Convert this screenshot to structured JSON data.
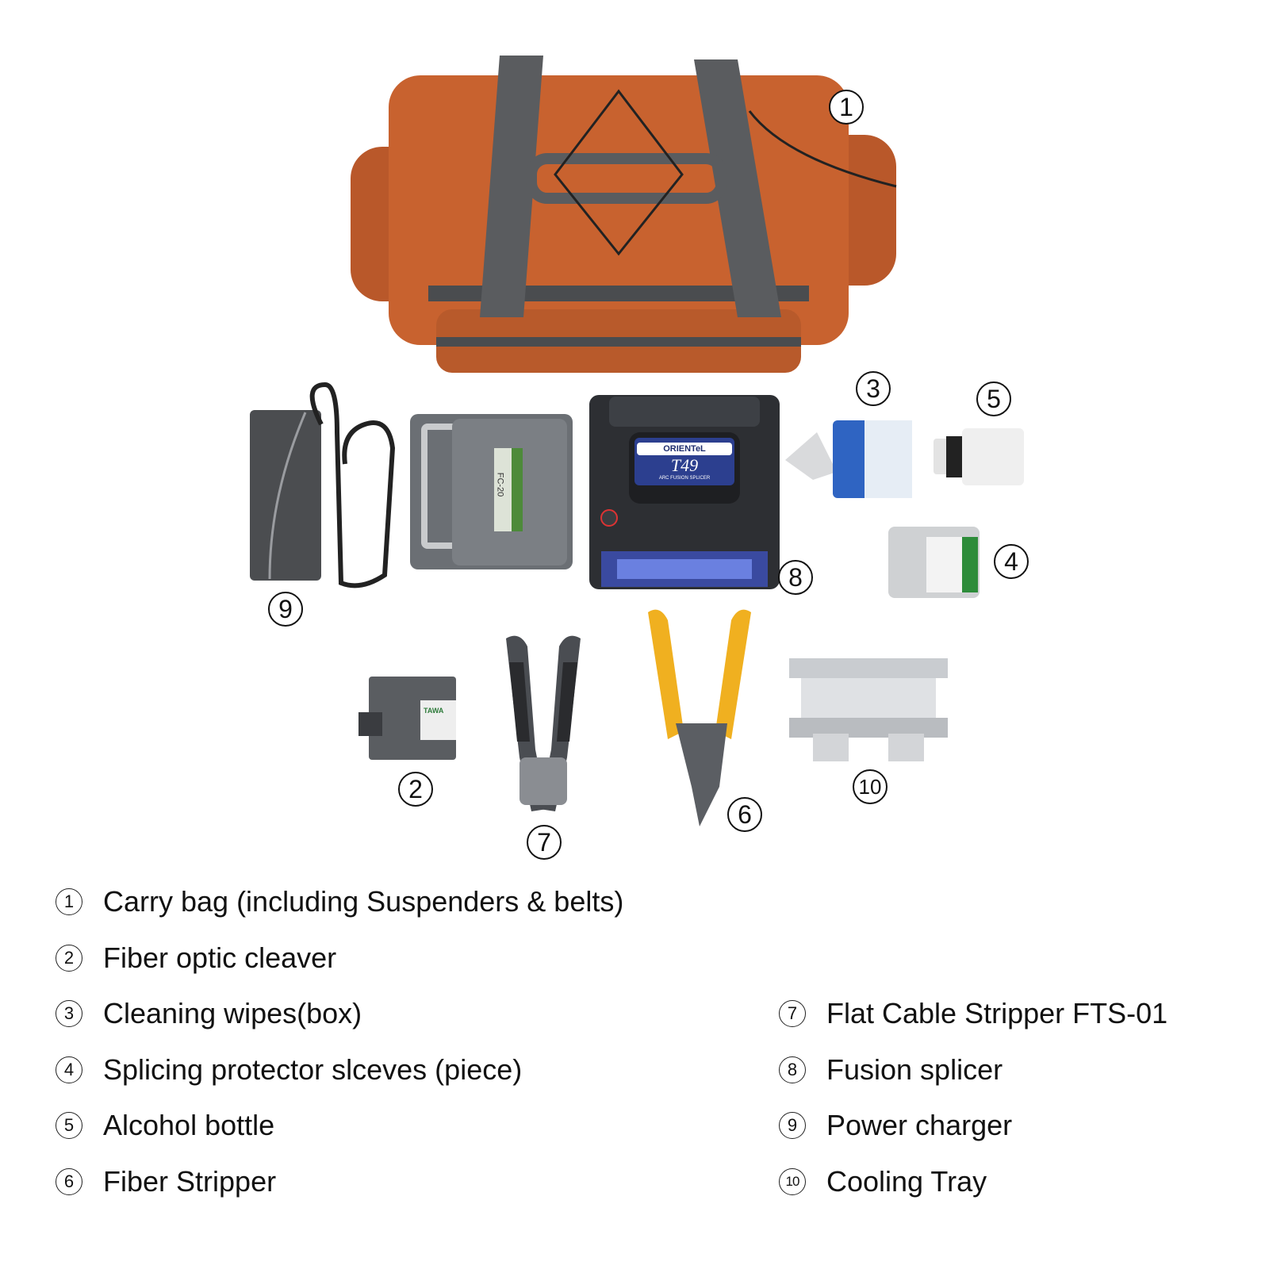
{
  "callouts": {
    "bag": "1",
    "cleaver": "2",
    "wipes": "3",
    "sleeves": "4",
    "alcohol": "5",
    "fiber_stripper": "6",
    "flat_stripper": "7",
    "splicer": "8",
    "charger": "9",
    "tray": "10"
  },
  "product_text": {
    "splicer_brand": "ORIENTeL",
    "splicer_model": "T49",
    "splicer_subtitle": "ARC FUSION SPLICER",
    "cleaver_model": "FC-20",
    "cleaver_brand": "TAWA"
  },
  "colors": {
    "bag": "#c8622f",
    "strap": "#5a5c5f",
    "splicer_screen": "#2c3f8f",
    "stripper_handle": "#f0b020"
  },
  "legend": {
    "left": [
      {
        "num": "1",
        "text": "Carry bag (including Suspenders & belts)"
      },
      {
        "num": "2",
        "text": "Fiber optic cleaver"
      },
      {
        "num": "3",
        "text": "Cleaning wipes(box)"
      },
      {
        "num": "4",
        "text": "Splicing protector slceves (piece)"
      },
      {
        "num": "5",
        "text": "Alcohol bottle"
      },
      {
        "num": "6",
        "text": "Fiber Stripper"
      }
    ],
    "right": [
      {
        "num": "7",
        "text": "Flat Cable Stripper FTS-01"
      },
      {
        "num": "8",
        "text": "Fusion splicer"
      },
      {
        "num": "9",
        "text": "Power charger"
      },
      {
        "num": "10",
        "text": "Cooling Tray"
      }
    ]
  }
}
